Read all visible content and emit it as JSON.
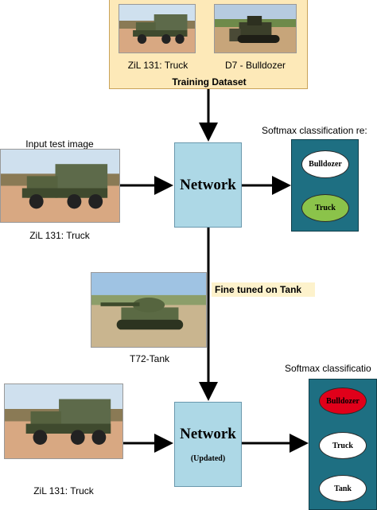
{
  "training": {
    "label": "Training Dataset",
    "items": [
      {
        "caption": "ZiL 131: Truck",
        "icon": "truck-photo"
      },
      {
        "caption": "D7 - Bulldozer",
        "icon": "bulldozer-photo"
      }
    ]
  },
  "top_section": {
    "input_label": "Input test image",
    "input_caption": "ZiL 131: Truck",
    "network_label": "Network",
    "softmax_title": "Softmax classification re:",
    "softmax_classes": [
      "Bulldozer",
      "Truck"
    ]
  },
  "fine_tune": {
    "label": "Fine tuned on Tank",
    "image_caption": "T72-Tank"
  },
  "bottom_section": {
    "input_caption": "ZiL 131: Truck",
    "network_label": "Network",
    "network_sublabel": "(Updated)",
    "softmax_title": "Softmax classificatio",
    "softmax_classes": [
      "Bulldozer",
      "Truck",
      "Tank"
    ]
  },
  "colors": {
    "training_bg": "#fde9b8",
    "network_bg": "#add8e6",
    "softmax_bg": "#1e6f82",
    "highlight_green": "#8bc34a",
    "highlight_red": "#e0001a",
    "fine_tune_bg": "#fdf2cc"
  }
}
